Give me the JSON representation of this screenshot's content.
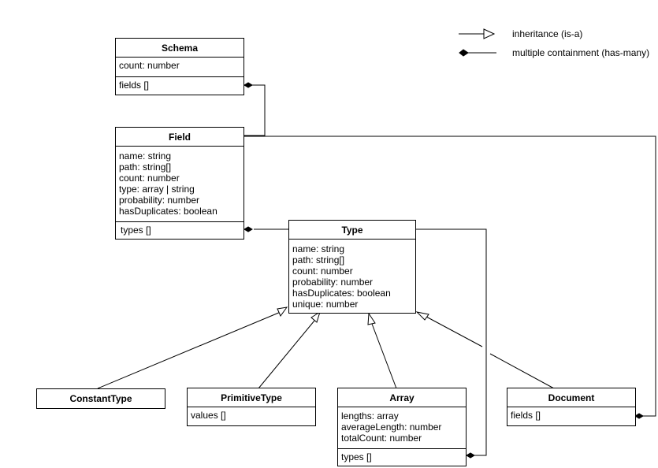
{
  "legend": {
    "inheritance": "inheritance (is-a)",
    "containment": "multiple containment (has-many)"
  },
  "classes": {
    "schema": {
      "name": "Schema",
      "attributes": [
        "count: number"
      ],
      "relations": [
        "fields []"
      ]
    },
    "field": {
      "name": "Field",
      "attributes": [
        "name: string",
        "path: string[]",
        "count: number",
        "type: array | string",
        "probability: number",
        "hasDuplicates: boolean"
      ],
      "relations": [
        "types []"
      ]
    },
    "type": {
      "name": "Type",
      "attributes": [
        "name: string",
        "path: string[]",
        "count: number",
        "probability: number",
        "hasDuplicates: boolean",
        "unique: number"
      ]
    },
    "constant_type": {
      "name": "ConstantType"
    },
    "primitive_type": {
      "name": "PrimitiveType",
      "attributes": [
        "values []"
      ]
    },
    "array": {
      "name": "Array",
      "attributes": [
        "lengths: array",
        "averageLength: number",
        "totalCount: number"
      ],
      "relations": [
        "types []"
      ]
    },
    "document": {
      "name": "Document",
      "attributes": [
        "fields []"
      ]
    }
  }
}
